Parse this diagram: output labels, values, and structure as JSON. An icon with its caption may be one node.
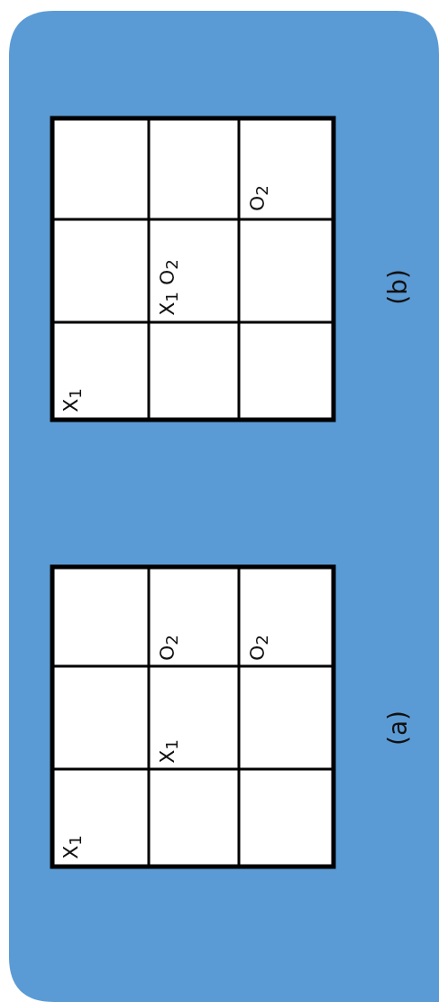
{
  "diagram": {
    "labels": [
      "X$_{1}$",
      "X$_{1}$",
      "O$_{2}$",
      "O$_{2}$",
      "(a)",
      "X$_{1}$",
      "X$_{1}$ O$_{2}$",
      "O$_{2}$",
      "(b)"
    ]
  }
}
